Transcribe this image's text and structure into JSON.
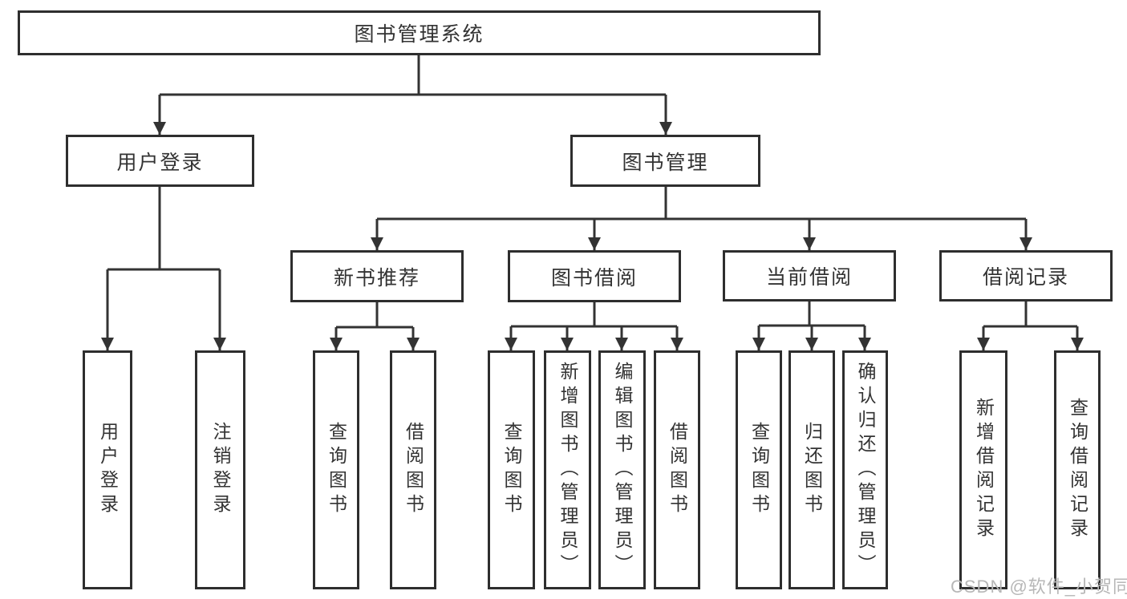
{
  "tree": {
    "label": "图书管理系统",
    "children": [
      {
        "label": "用户登录",
        "children": [
          {
            "label": "用户登录"
          },
          {
            "label": "注销登录"
          }
        ]
      },
      {
        "label": "图书管理",
        "children": [
          {
            "label": "新书推荐",
            "children": [
              {
                "label": "查询图书"
              },
              {
                "label": "借阅图书"
              }
            ]
          },
          {
            "label": "图书借阅",
            "children": [
              {
                "label": "查询图书"
              },
              {
                "label": "新增图书（管理员）"
              },
              {
                "label": "编辑图书（管理员）"
              },
              {
                "label": "借阅图书"
              }
            ]
          },
          {
            "label": "当前借阅",
            "children": [
              {
                "label": "查询图书"
              },
              {
                "label": "归还图书"
              },
              {
                "label": "确认归还（管理员）"
              }
            ]
          },
          {
            "label": "借阅记录",
            "children": [
              {
                "label": "新增借阅记录"
              },
              {
                "label": "查询借阅记录"
              }
            ]
          }
        ]
      }
    ]
  },
  "watermark": {
    "text": "CSDN @软件_小贺同学"
  },
  "colors": {
    "line": "#333333",
    "box_border": "#2e2e2e",
    "box_fill": "#ffffff",
    "text": "#333333",
    "watermark": "#b7b7b7",
    "background": "#ffffff"
  }
}
